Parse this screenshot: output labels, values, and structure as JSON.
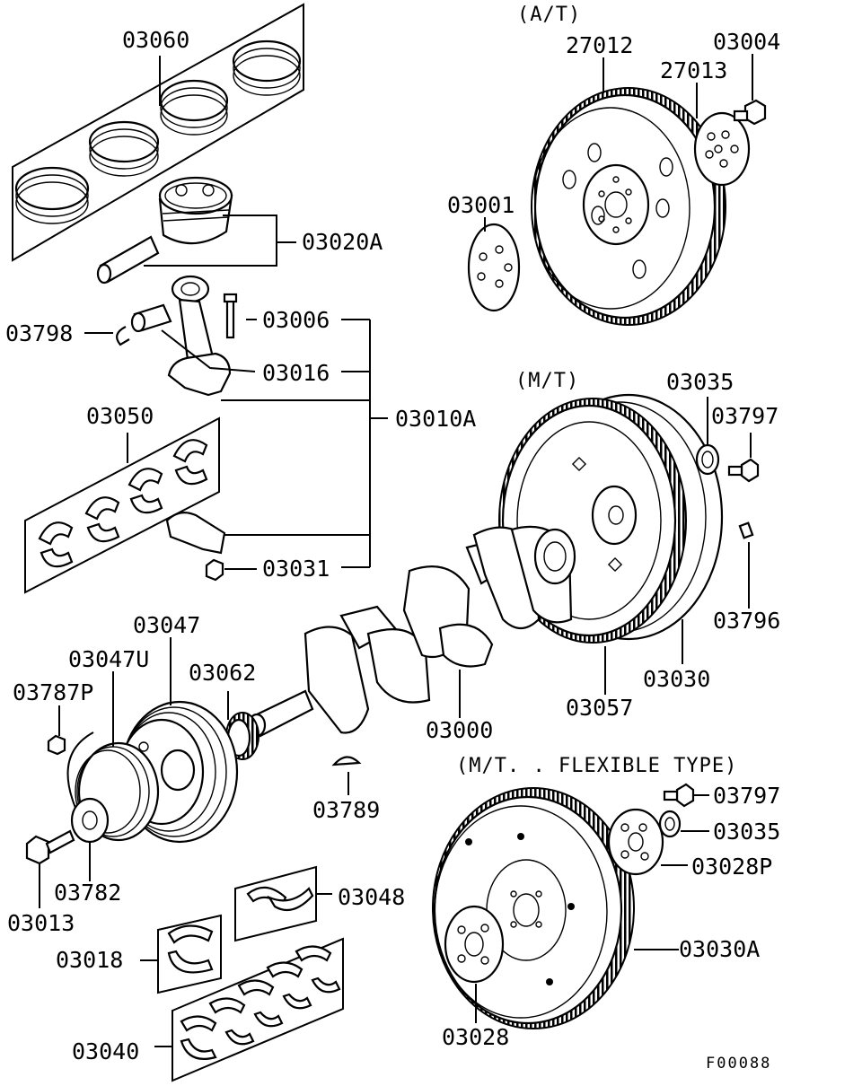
{
  "headers": {
    "at": "(A/T)",
    "mt": "(M/T)",
    "mt_flexible": "(M/T. . FLEXIBLE TYPE)"
  },
  "labels": {
    "p03060": "03060",
    "p03020A": "03020A",
    "p03798": "03798",
    "p03006": "03006",
    "p03016": "03016",
    "p03010A": "03010A",
    "p03050": "03050",
    "p03031": "03031",
    "p27012": "27012",
    "p27013": "27013",
    "p03004": "03004",
    "p03001": "03001",
    "p03035a": "03035",
    "p03797a": "03797",
    "p03796": "03796",
    "p03030": "03030",
    "p03057": "03057",
    "p03000": "03000",
    "p03047": "03047",
    "p03047U": "03047U",
    "p03787P": "03787P",
    "p03062": "03062",
    "p03789": "03789",
    "p03782": "03782",
    "p03013": "03013",
    "p03048": "03048",
    "p03018": "03018",
    "p03040": "03040",
    "p03797b": "03797",
    "p03035b": "03035",
    "p03028P": "03028P",
    "p03030A": "03030A",
    "p03028": "03028"
  },
  "figure_code": "F00088"
}
